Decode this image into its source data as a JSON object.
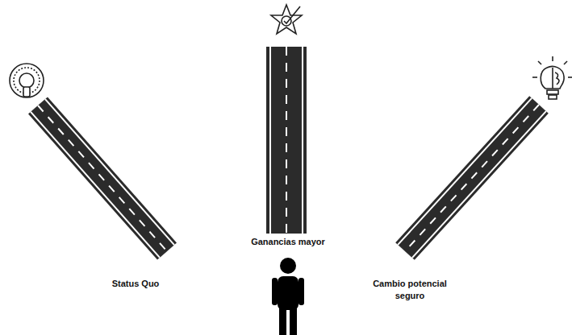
{
  "diagram": {
    "labels": [
      "Ganancias mayor",
      "Status Quo",
      "Cambio potencial seguro"
    ]
  }
}
